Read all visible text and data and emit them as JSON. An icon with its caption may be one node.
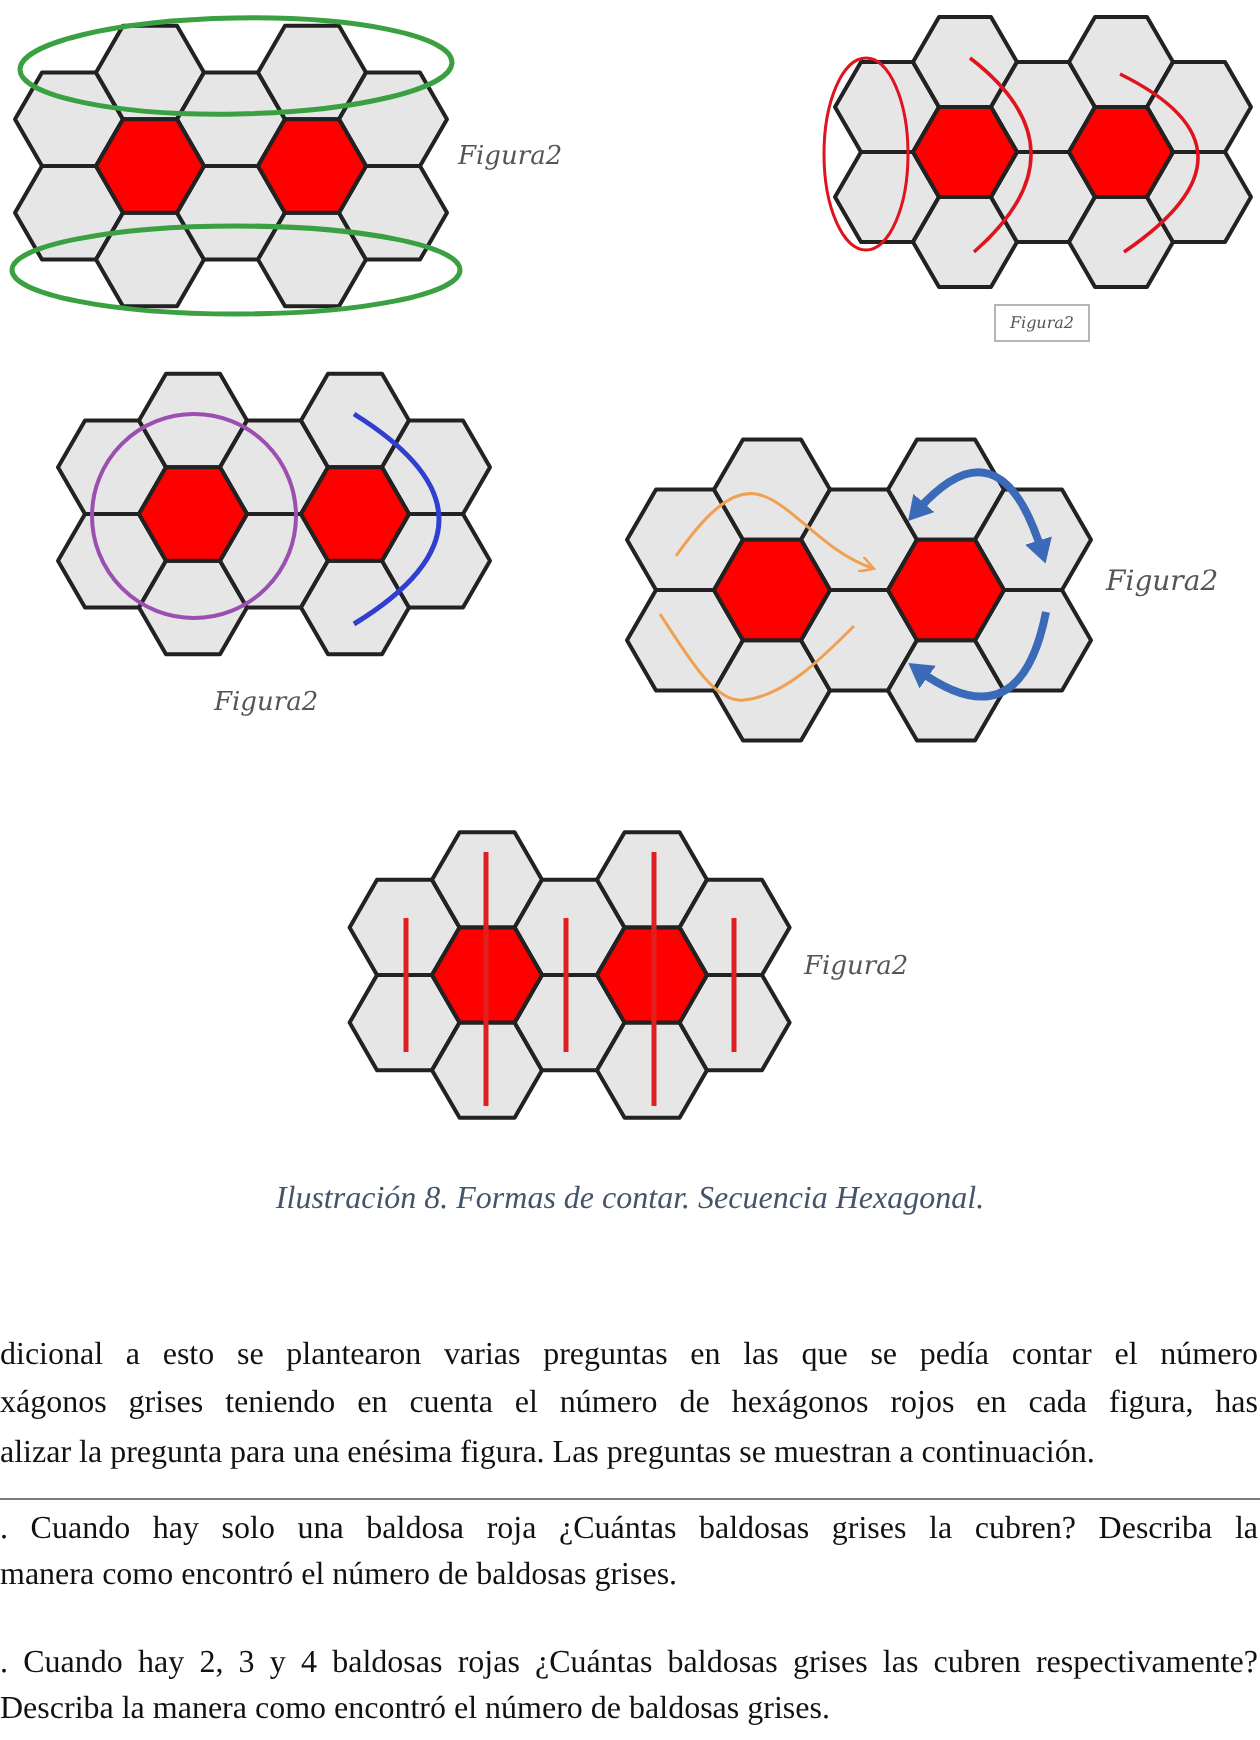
{
  "diagram": {
    "caption": "Ilustración 8. Formas de contar. Secuencia Hexagonal.",
    "nodes": [
      {
        "text": [
          "Figura2"
        ]
      }
    ],
    "labels": [
      "Figura2",
      "Figura2",
      "Figura2",
      "Figura2",
      "dicional a esto se plantearon varias preguntas en las que se pedía contar el número",
      "xágonos grises teniendo en cuenta el número de hexágonos rojos en cada figura, has",
      "alizar la pregunta para una enésima figura. Las preguntas se muestran a continuación.",
      ". Cuando hay solo una baldosa roja ¿Cuántas baldosas grises la cubren? Describa la",
      "manera como encontró el número de baldosas grises.",
      ". Cuando hay 2, 3 y 4 baldosas rojas ¿Cuántas baldosas grises las cubren respectivamente?",
      "Describa la manera como encontró el número de baldosas grises."
    ]
  }
}
